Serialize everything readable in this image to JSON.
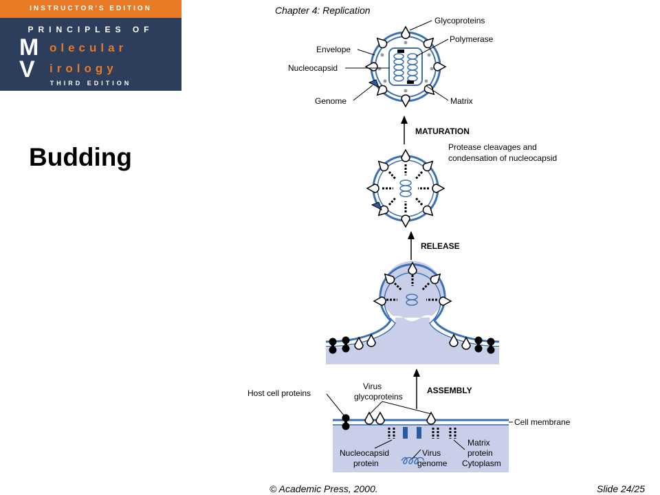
{
  "header": {
    "chapter": "Chapter 4: Replication"
  },
  "logo": {
    "top_band": "INSTRUCTOR'S EDITION",
    "principles": "PRINCIPLES OF",
    "big_m": "M",
    "line1": "olecular",
    "big_v": "V",
    "line2": "irology",
    "edition": "THIRD EDITION"
  },
  "slide": {
    "title": "Budding"
  },
  "diagram": {
    "labels": {
      "glycoproteins": "Glycoproteins",
      "envelope": "Envelope",
      "polymerase": "Polymerase",
      "nucleocapsid": "Nucleocapsid",
      "genome": "Genome",
      "matrix": "Matrix",
      "maturation": "MATURATION",
      "protease_line1": "Protease cleavages and",
      "protease_line2": "condensation of nucleocapsid",
      "release": "RELEASE",
      "assembly": "ASSEMBLY",
      "host_cell_proteins": "Host cell proteins",
      "virus_glyco_line1": "Virus",
      "virus_glyco_line2": "glycoproteins",
      "cell_membrane": "Cell membrane",
      "nucleocapsid_protein_line1": "Nucleocapsid",
      "nucleocapsid_protein_line2": "protein",
      "virus_genome_line1": "Virus",
      "virus_genome_line2": "genome",
      "matrix_protein_line1": "Matrix",
      "matrix_protein_line2": "protein",
      "cytoplasm": "Cytoplasm"
    },
    "colors": {
      "membrane": "#3a6fb7",
      "cytoplasm": "#c9cfe8",
      "line": "#000000"
    }
  },
  "footer": {
    "copyright": "© Academic Press, 2000.",
    "slide_number": "Slide 24/25"
  }
}
